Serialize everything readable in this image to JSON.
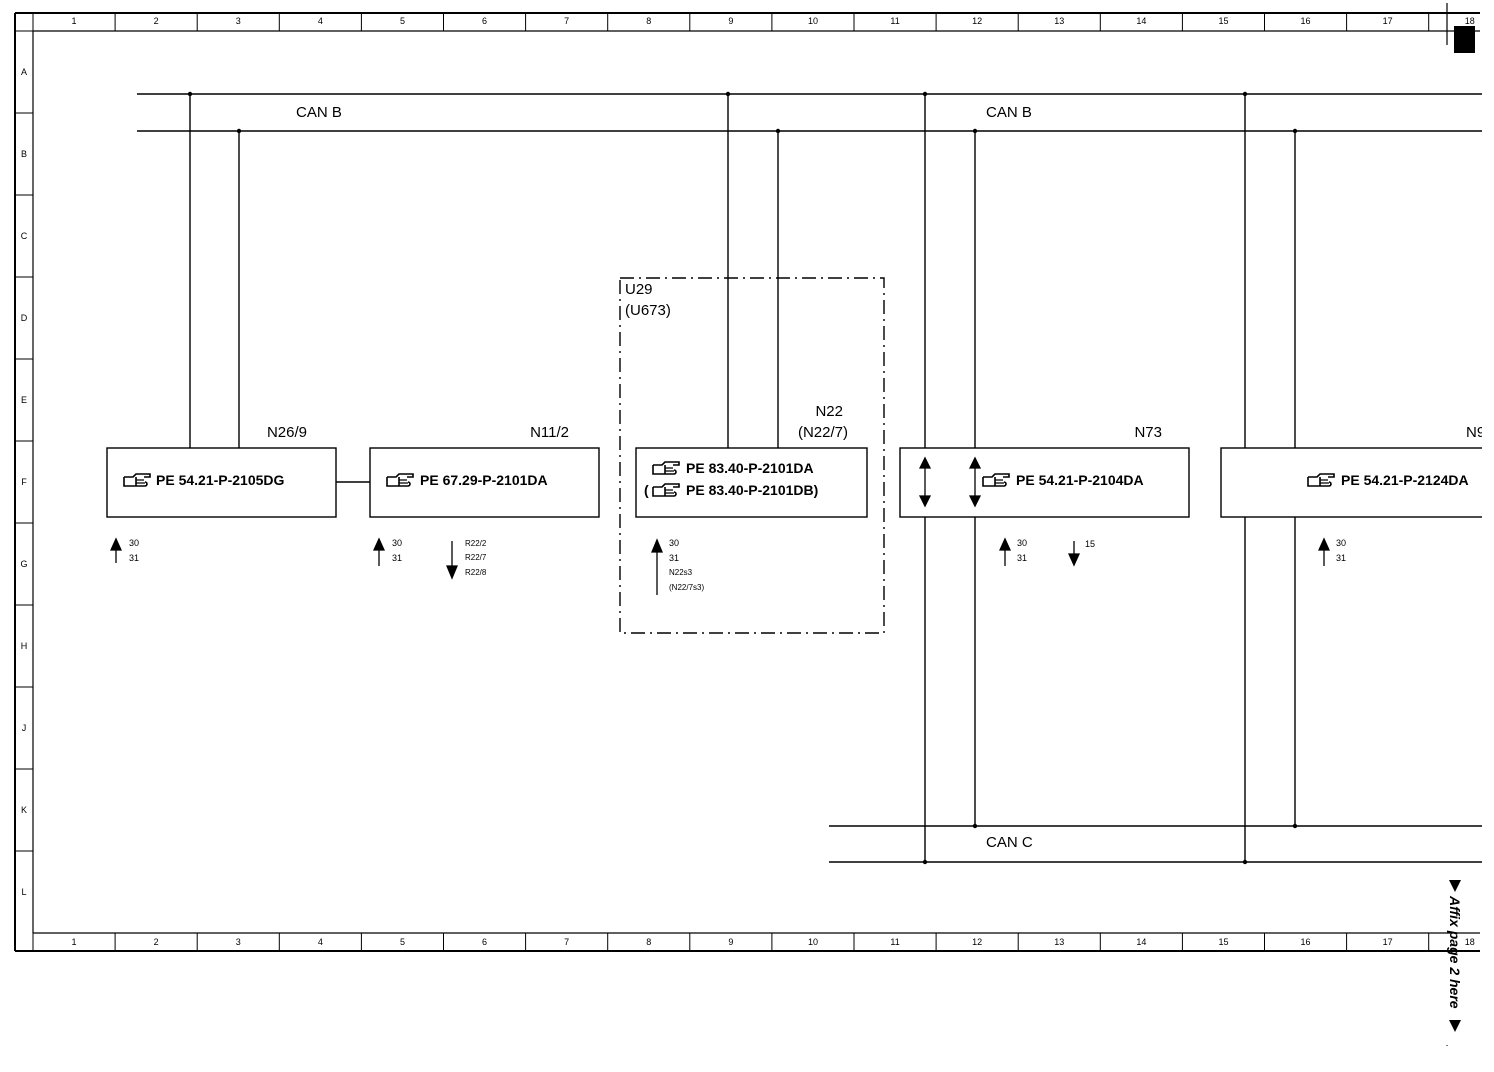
{
  "grid": {
    "columns": [
      "1",
      "2",
      "3",
      "4",
      "5",
      "6",
      "7",
      "8",
      "9",
      "10",
      "11",
      "12",
      "13",
      "14",
      "15",
      "16",
      "17",
      "18"
    ],
    "rows": [
      "A",
      "B",
      "C",
      "D",
      "E",
      "F",
      "G",
      "H",
      "J",
      "K",
      "L"
    ]
  },
  "buses": {
    "can_b_left": "CAN B",
    "can_b_right": "CAN B",
    "can_c": "CAN C"
  },
  "modules": [
    {
      "id": "N26/9",
      "pe": "PE 54.21-P-2105DG"
    },
    {
      "id": "N11/2",
      "pe": "PE 67.29-P-2101DA"
    },
    {
      "id": "N22",
      "alt_id": "(N22/7)",
      "pe": "PE 83.40-P-2101DA",
      "pe_alt_open": "(",
      "pe_alt": "PE 83.40-P-2101DB)"
    },
    {
      "id": "N73",
      "pe": "PE 54.21-P-2104DA"
    },
    {
      "id": "N9",
      "pe": "PE 54.21-P-2124DA"
    }
  ],
  "group": {
    "label": "U29",
    "sub": "(U673)"
  },
  "signals": {
    "n26_9": [
      "30",
      "31"
    ],
    "n11_2_up": [
      "30",
      "31"
    ],
    "n11_2_down": [
      "R22/2",
      "R22/7",
      "R22/8"
    ],
    "n22": [
      "30",
      "31",
      "N22s3",
      "(N22/7s3)"
    ],
    "n73_up": [
      "30",
      "31"
    ],
    "n73_down": [
      "15"
    ],
    "n9": [
      "30",
      "31"
    ]
  },
  "affix_note": "Affix page 2 here",
  "icons": {
    "reference": "pointing-hand-icon",
    "affix_marker": "triangle-down-icon"
  }
}
